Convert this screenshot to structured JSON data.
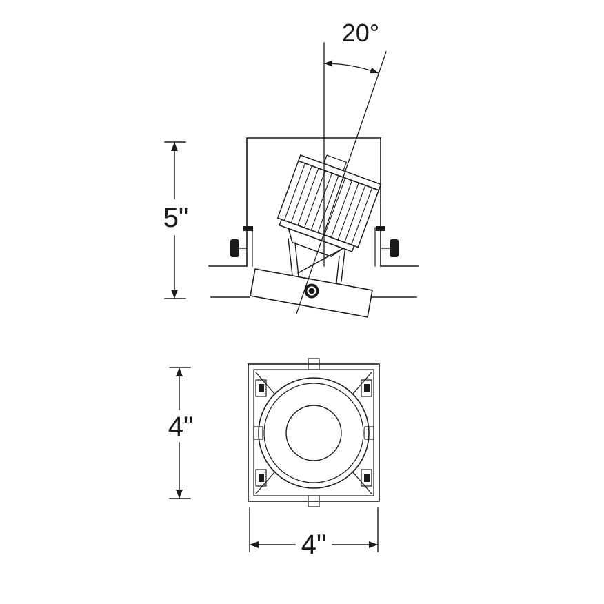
{
  "page": {
    "background": "#ffffff",
    "line_color": "#1a1a1a"
  },
  "side_view": {
    "angle_label": "20°",
    "height_label": "5\""
  },
  "bottom_view": {
    "height_label": "4\"",
    "width_label": "4\""
  }
}
